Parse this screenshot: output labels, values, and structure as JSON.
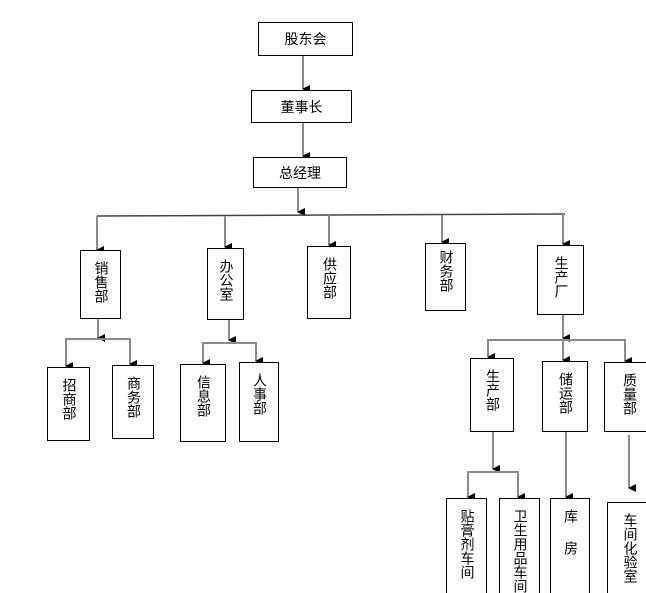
{
  "nodes": {
    "shareholders": "股东会",
    "chairman": "董事长",
    "gm": "总经理",
    "sales": "销售部",
    "office": "办公室",
    "supply": "供应部",
    "finance": "财务部",
    "factory": "生产厂",
    "investment": "招商部",
    "business": "商务部",
    "info": "信息部",
    "hr": "人事部",
    "production": "生产部",
    "logistics": "储运部",
    "quality": "质量部",
    "plaster_workshop": "贴膏剂车间",
    "hygiene_workshop": "卫生用品车间",
    "warehouse": "库房",
    "lab": "车间化验室"
  },
  "colors": {
    "connector": "#8a8a8a",
    "arrow": "#000000",
    "border": "#000000"
  }
}
